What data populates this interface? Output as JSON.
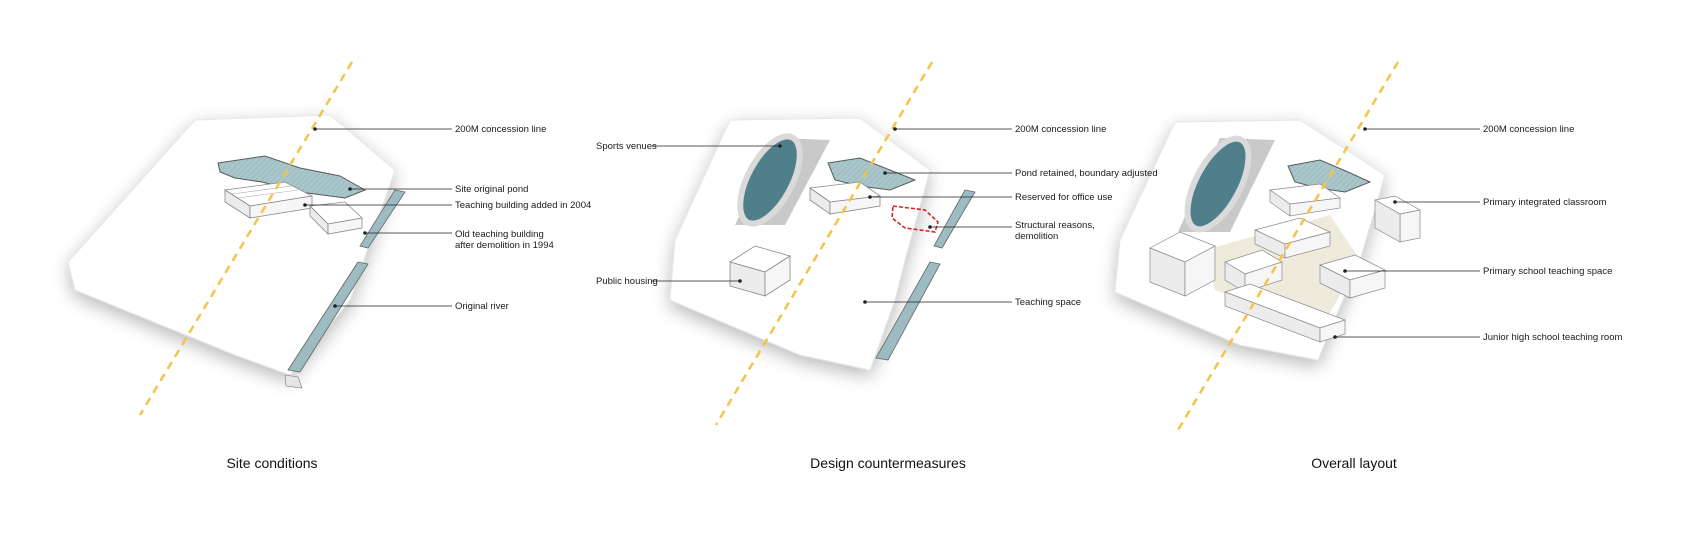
{
  "panels": [
    {
      "caption": "Site conditions",
      "labels": [
        {
          "text": "200M concession line"
        },
        {
          "text": "Site original pond"
        },
        {
          "text": "Teaching building added in 2004"
        },
        {
          "text": "Old teaching building after demolition in 1994"
        },
        {
          "text": "Original river"
        }
      ]
    },
    {
      "caption": "Design countermeasures",
      "labels": [
        {
          "text": "Sports venues"
        },
        {
          "text": "200M concession line"
        },
        {
          "text": "Pond retained, boundary adjusted"
        },
        {
          "text": "Reserved for office use"
        },
        {
          "text": "Structural reasons, demolition"
        },
        {
          "text": "Public housing"
        },
        {
          "text": "Teaching space"
        }
      ]
    },
    {
      "caption": "Overall layout",
      "labels": [
        {
          "text": "200M concession line"
        },
        {
          "text": "Primary integrated classroom"
        },
        {
          "text": "Primary school teaching space"
        },
        {
          "text": "Junior high school teaching room"
        }
      ]
    }
  ],
  "colors": {
    "concession_line": "#f5c34a",
    "water": "#9cbcc2",
    "water_deep": "#4f7f8a",
    "demolition_outline": "#e02020",
    "ground": "#ffffff",
    "track": "#c8c8c8"
  }
}
